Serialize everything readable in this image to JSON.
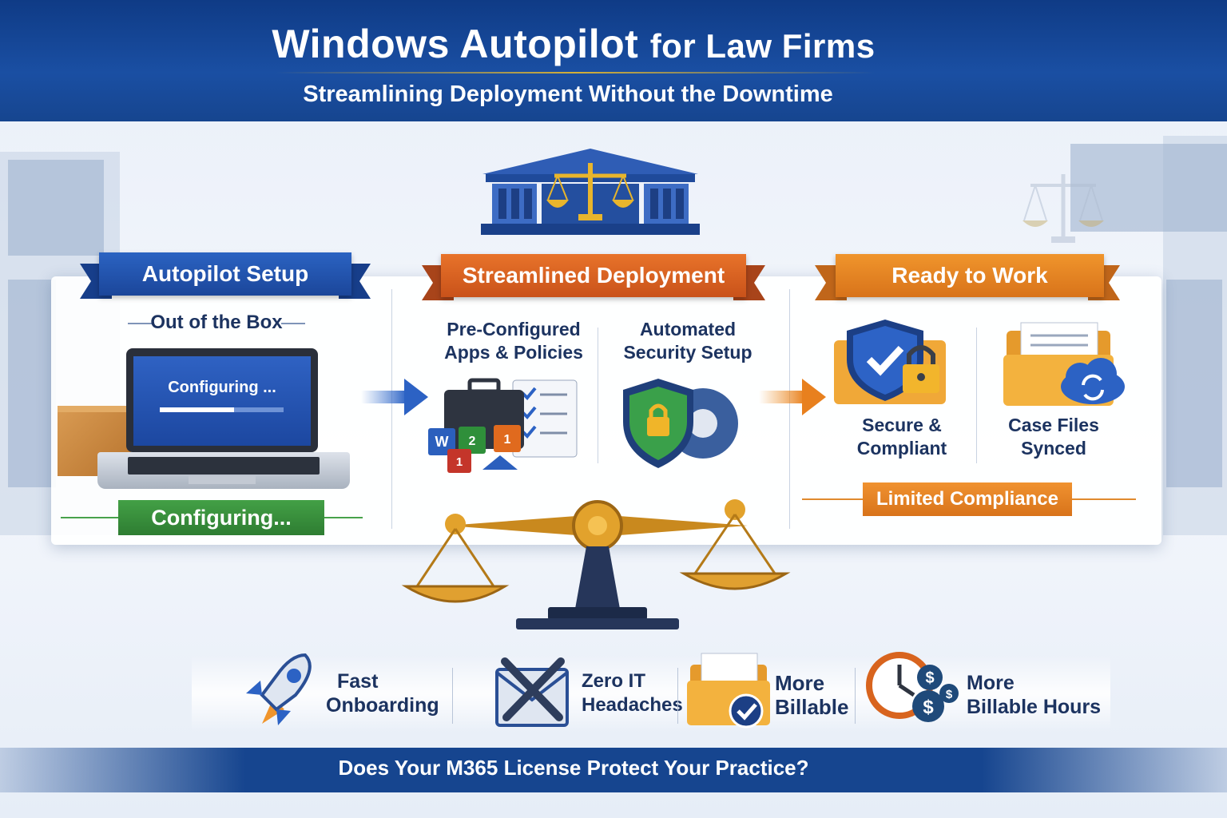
{
  "header": {
    "title_main": "Windows Autopilot",
    "title_suffix": "for Law Firms",
    "subtitle": "Streamlining Deployment Without the Downtime"
  },
  "stages": {
    "setup": {
      "banner": "Autopilot Setup",
      "sub_heading": "Out of the Box",
      "screen_text": "Configuring ...",
      "progress": 0.6,
      "status_banner": "Configuring..."
    },
    "deployment": {
      "banner": "Streamlined Deployment",
      "item1": [
        "Pre-Configured",
        "Apps & Policies"
      ],
      "item2": [
        "Automated",
        "Security Setup"
      ]
    },
    "ready": {
      "banner": "Ready to Work",
      "item1": [
        "Secure &",
        "Compliant"
      ],
      "item2": [
        "Case Files",
        "Synced"
      ],
      "status_banner": "Limited Compliance"
    }
  },
  "benefits": [
    {
      "line1": "Fast",
      "line2": "Onboarding",
      "icon": "rocket-icon"
    },
    {
      "line1": "Zero IT",
      "line2": "Headaches",
      "icon": "tools-icon"
    },
    {
      "line1": "More",
      "line2": "Billable",
      "icon": "folder-check-icon"
    },
    {
      "line1": "More",
      "line2": "Billable Hours",
      "icon": "clock-money-icon"
    }
  ],
  "footer": {
    "text": "Does Your M365 License Protect Your Practice?"
  },
  "colors": {
    "header_blue": "#16458f",
    "accent_orange": "#e8732a",
    "accent_gold": "#d4af37",
    "success_green": "#2e7d32",
    "text_navy": "#1c3360"
  }
}
